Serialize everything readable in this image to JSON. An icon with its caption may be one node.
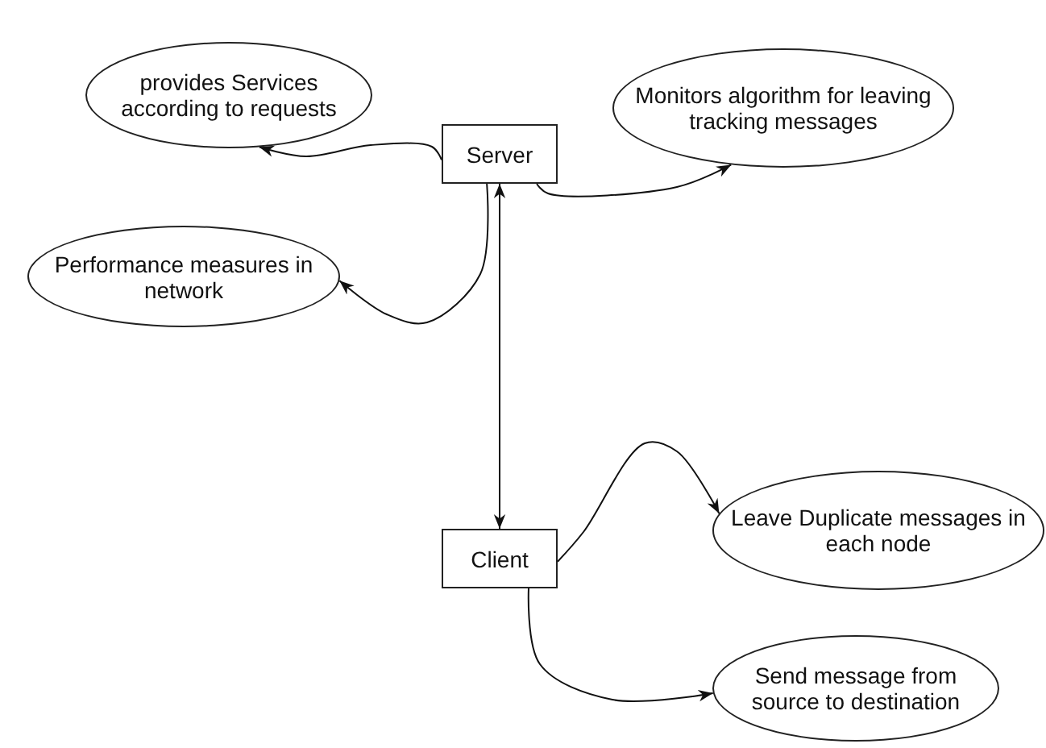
{
  "diagram": {
    "nodes": [
      {
        "text": [
          "provides Services according to requests"
        ]
      },
      {
        "text": [
          "Server"
        ]
      },
      {
        "text": [
          "Monitors algorithm for leaving tracking messages"
        ]
      },
      {
        "text": [
          "Performance measures in network"
        ]
      },
      {
        "text": [
          "Leave Duplicate messages in each node"
        ]
      },
      {
        "text": [
          "Client"
        ]
      },
      {
        "text": [
          "Send message from source to destination"
        ]
      }
    ],
    "edges": [
      {
        "from": 1,
        "to": 0,
        "arrow": "to"
      },
      {
        "from": 1,
        "to": 2,
        "arrow": "to"
      },
      {
        "from": 1,
        "to": 3,
        "arrow": "to"
      },
      {
        "from": 1,
        "to": 5,
        "arrow": "both"
      },
      {
        "from": 5,
        "to": 4,
        "arrow": "to"
      },
      {
        "from": 5,
        "to": 6,
        "arrow": "to"
      }
    ]
  }
}
